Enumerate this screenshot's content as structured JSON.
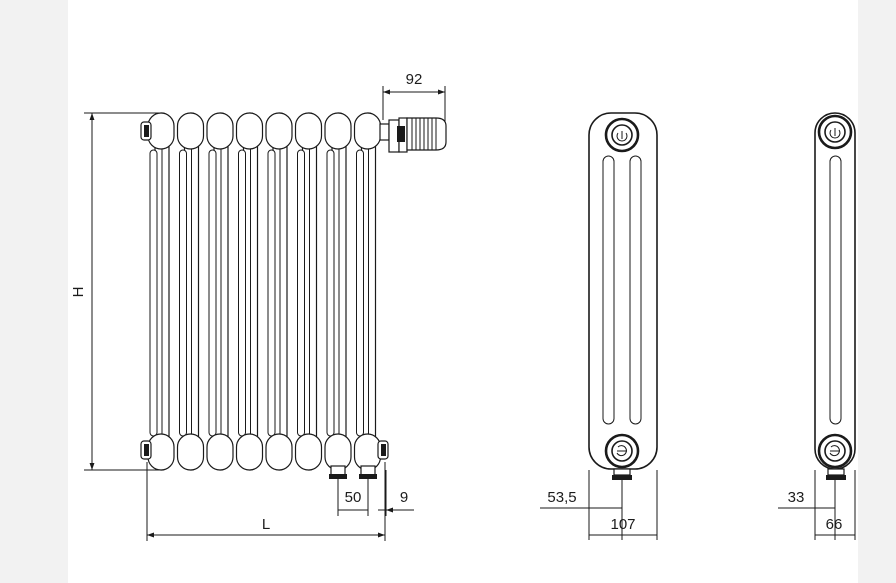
{
  "drawing": {
    "title": "",
    "front_view": {
      "columns": 8,
      "dimensions": {
        "height": "H",
        "length": "L",
        "valve_projection": "92",
        "pipe_spacing": "50",
        "end_offset": "9"
      }
    },
    "side_view_deep": {
      "dimensions": {
        "offset": "53,5",
        "depth": "107"
      }
    },
    "side_view_shallow": {
      "dimensions": {
        "offset": "33",
        "depth": "66"
      }
    }
  },
  "colors": {
    "line": "#1a1a1a",
    "page": "#ffffff",
    "margin": "#f2f2f2"
  }
}
